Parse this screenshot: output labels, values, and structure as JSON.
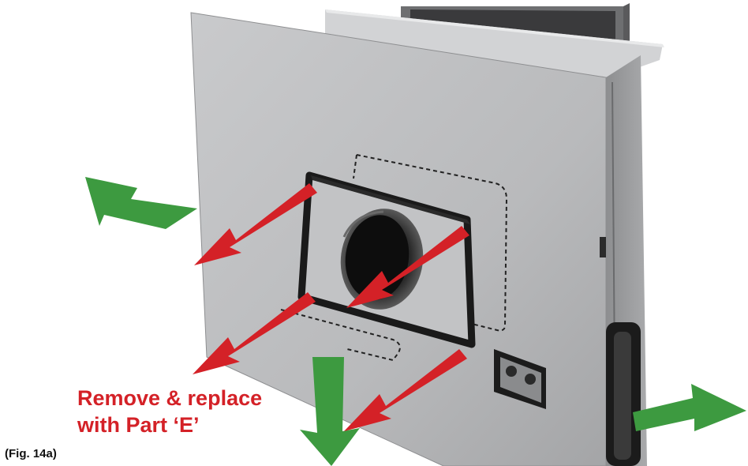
{
  "annotation": {
    "line1": "Remove & replace",
    "line2": "with Part ‘E’"
  },
  "figure_label": "(Fig. 14a)",
  "colors": {
    "removal_arrow": "#d42127",
    "direction_arrow": "#3d9a40",
    "panel": "#bdbec0",
    "panel_dark": "#9a9b9d",
    "outline": "#1a1a1a"
  },
  "icons": {
    "removal_arrows": "arrow-red",
    "direction_arrows": "arrow-green"
  }
}
